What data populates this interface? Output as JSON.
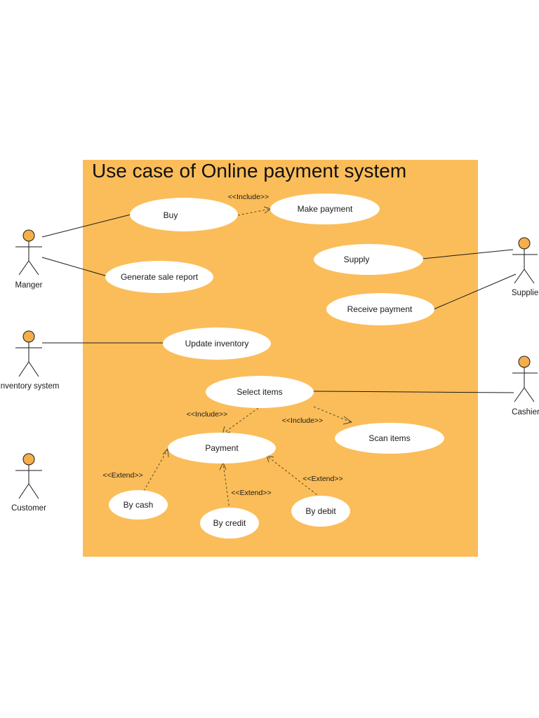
{
  "diagram": {
    "title": "Use case of Online payment system",
    "colors": {
      "boundary": "#FBBD59",
      "use_case_fill": "#FFFFFF",
      "actor_head": "#F4AE4A",
      "line": "#1A1A1A",
      "dependency": "#5A4A2A"
    },
    "use_cases": {
      "buy": "Buy",
      "make_payment": "Make payment",
      "generate_sale_report": "Generate sale report",
      "supply": "Supply",
      "receive_payment": "Receive payment",
      "update_inventory": "Update inventory",
      "select_items": "Select items",
      "payment": "Payment",
      "scan_items": "Scan items",
      "by_cash": "By cash",
      "by_credit": "By credit",
      "by_debit": "By debit"
    },
    "actors": {
      "manager": "Manger",
      "inventory_system": "Inventory system",
      "customer": "Customer",
      "supplier": "Supplier",
      "cashier": "Cashier"
    },
    "relations": {
      "include_buy_payment": "<<Include>>",
      "include_select_payment": "<<Include>>",
      "include_select_scan": "<<Include>>",
      "extend_cash": "<<Extend>>",
      "extend_credit": "<<Extend>>",
      "extend_debit": "<<Extend>>"
    }
  }
}
